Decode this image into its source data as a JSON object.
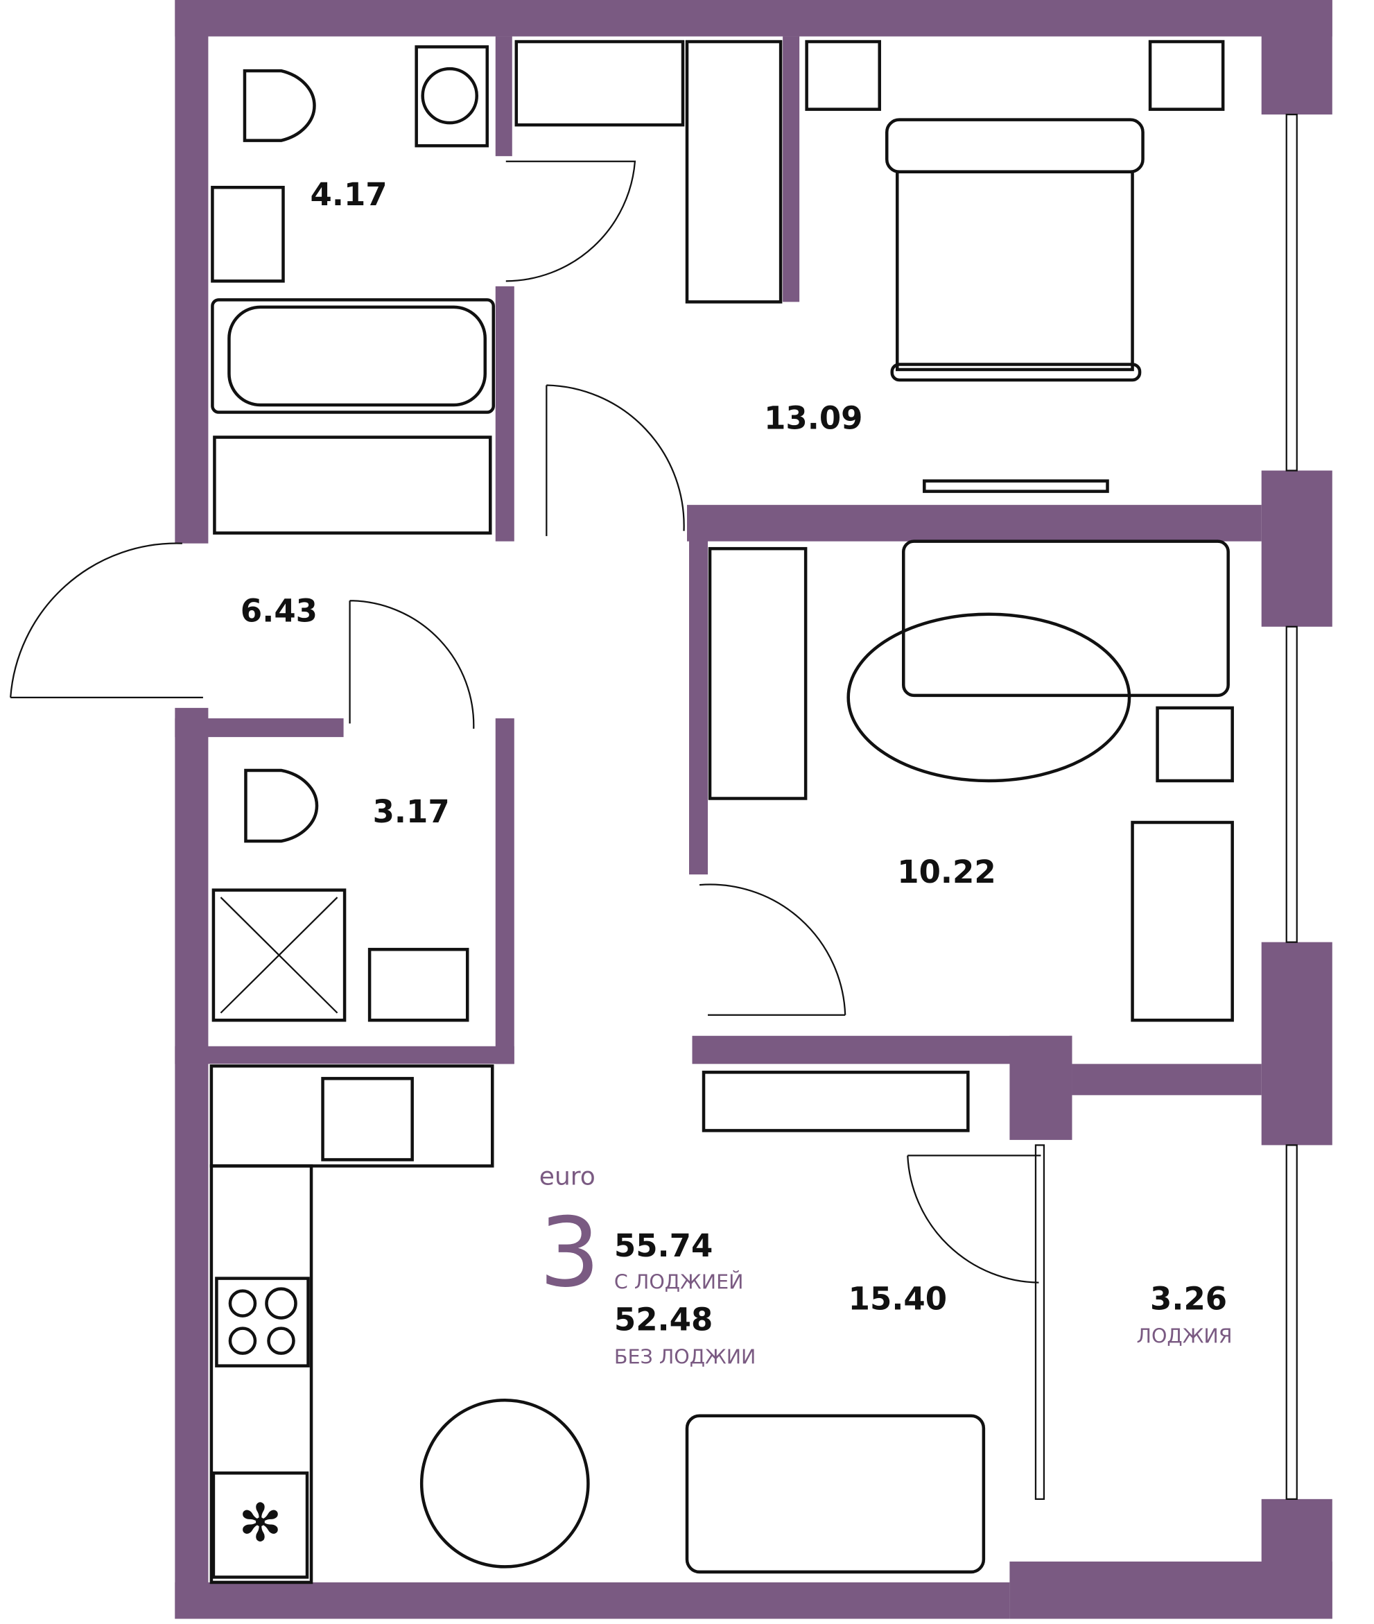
{
  "colors": {
    "wall": "#7a5a82",
    "text": "#111111"
  },
  "rooms": [
    {
      "id": "bathroom",
      "area": "4.17"
    },
    {
      "id": "bedroom",
      "area": "13.09"
    },
    {
      "id": "hallway",
      "area": "6.43"
    },
    {
      "id": "wc",
      "area": "3.17"
    },
    {
      "id": "kids-room",
      "area": "10.22"
    },
    {
      "id": "kitchen-living",
      "area": "15.40"
    },
    {
      "id": "loggia",
      "area": "3.26",
      "label": "ЛОДЖИЯ"
    }
  ],
  "summary": {
    "type": "euro",
    "rooms_count": "3",
    "area_with_loggia": "55.74",
    "with_loggia_label": "С ЛОДЖИЕЙ",
    "area_without_loggia": "52.48",
    "without_loggia_label": "БЕЗ ЛОДЖИИ"
  }
}
